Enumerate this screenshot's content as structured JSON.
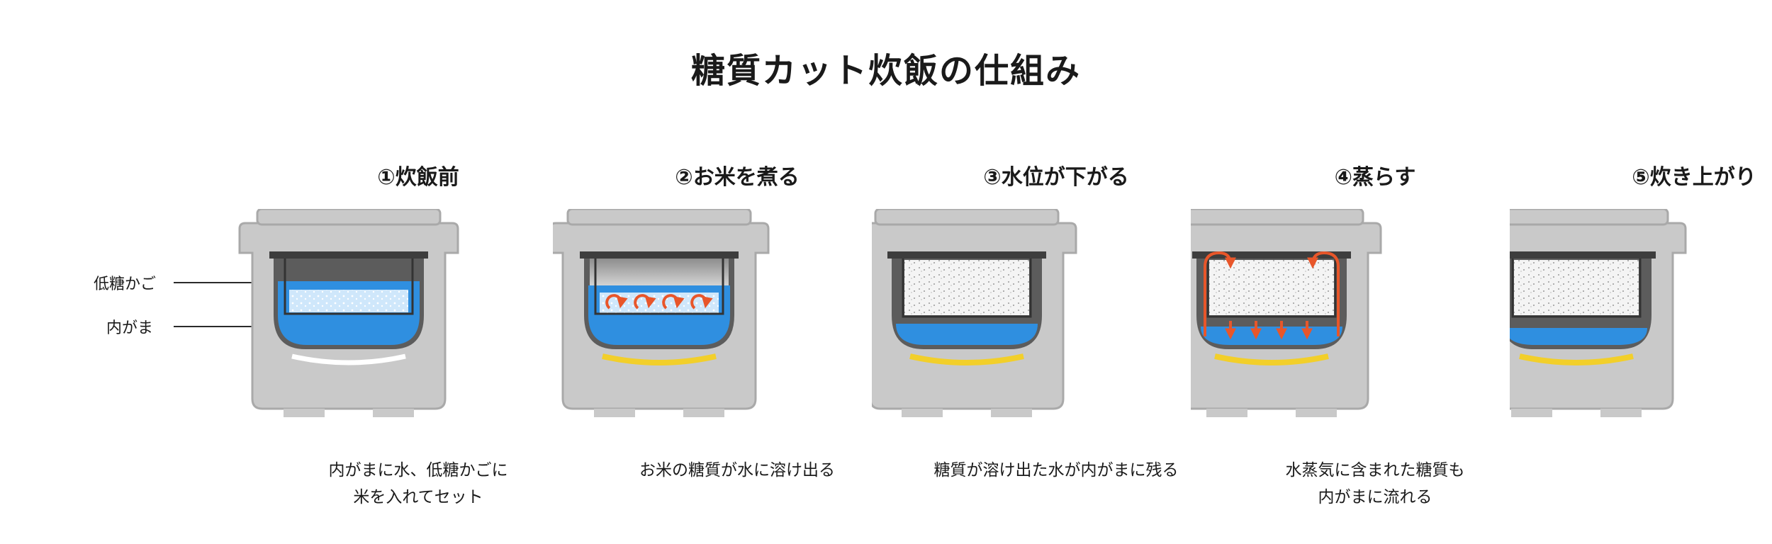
{
  "title": "糖質カット炊飯の仕組み",
  "labels": {
    "basket": "低糖かご",
    "pot": "内がま"
  },
  "steps": [
    {
      "title": "①炊飯前",
      "caption1": "内がまに水、低糖かごに",
      "caption2": "米を入れてセット"
    },
    {
      "title": "②お米を煮る",
      "caption1": "お米の糖質が水に溶け出る",
      "caption2": ""
    },
    {
      "title": "③水位が下がる",
      "caption1": "糖質が溶け出た水が内がまに残る",
      "caption2": ""
    },
    {
      "title": "④蒸らす",
      "caption1": "水蒸気に含まれた糖質も",
      "caption2": "内がまに流れる"
    },
    {
      "title": "⑤炊き上がり",
      "caption1": "",
      "caption2": ""
    }
  ],
  "colors": {
    "body": "#c9c9c9",
    "body_edge": "#a9a9a9",
    "water": "#2f8fe0",
    "heater": "#f2cf2a",
    "arrow": "#e8562a",
    "pot": "#5c5c5c"
  }
}
